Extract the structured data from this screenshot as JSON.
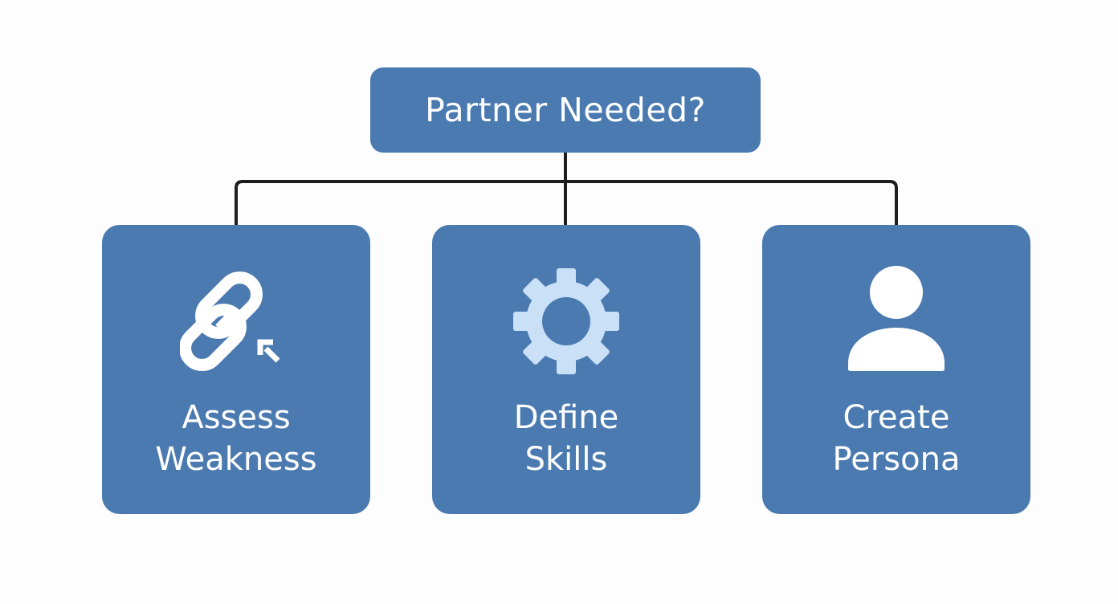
{
  "diagram": {
    "type": "tree",
    "root": {
      "label": "Partner Needed?"
    },
    "children": [
      {
        "label_line1": "Assess",
        "label_line2": "Weakness",
        "icon": "broken-chain-link-icon"
      },
      {
        "label_line1": "Define",
        "label_line2": "Skills",
        "icon": "gear-icon"
      },
      {
        "label_line1": "Create",
        "label_line2": "Persona",
        "icon": "person-icon"
      }
    ],
    "colors": {
      "box_fill": "#4a7ab0",
      "text": "#ffffff",
      "connector": "#1e1e1e",
      "gear_icon": "#c9e0f7",
      "background": "#fdfdfd"
    }
  }
}
